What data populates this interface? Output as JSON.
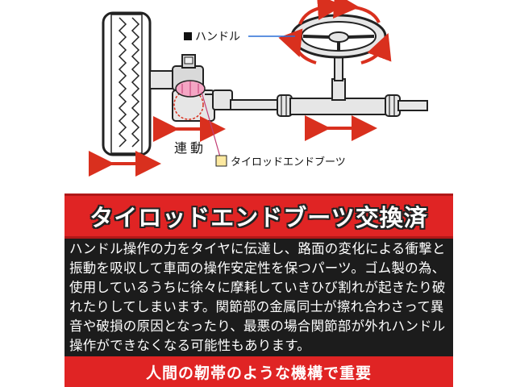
{
  "diagram": {
    "handle_label": "ハンドル",
    "linkage_label": "連動",
    "boot_label": "タイロッドエンドブーツ"
  },
  "banner": {
    "title": "タイロッドエンドブーツ交換済"
  },
  "description": {
    "lines": [
      "ハンドル操作の力をタイヤに伝達し、路面の変化による衝撃と",
      "振動を吸収して車両の操作安定性を保つパーツ。ゴム製の為、",
      "使用しているうちに徐々に摩耗していきひび割れが起きたり破",
      "れたりしてしまいます。関節部の金属同士が擦れ合わさって異",
      "音や破損の原因となったり、最悪の場合関節部が外れハンドル",
      "操作ができなくなる可能性もあります。"
    ]
  },
  "footer": {
    "text": "人間の靭帯のような機構で重要"
  },
  "colors": {
    "accent_red": "#e02424",
    "dark_bg": "#1c1c1c",
    "boot_pink": "#f4a6c4",
    "boot_marker_yellow": "#fde9a0"
  }
}
